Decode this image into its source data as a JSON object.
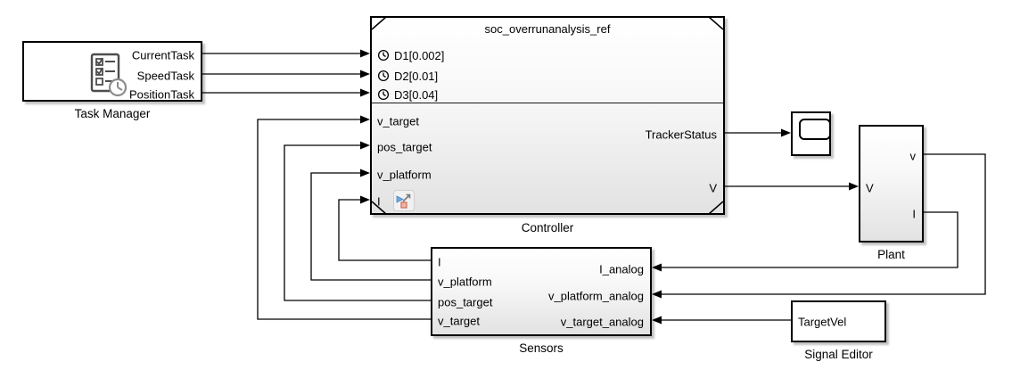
{
  "colors": {
    "canvas_background": "#ffffff",
    "block_border": "#000000",
    "block_fill_top": "#ffffff",
    "block_fill_bottom": "#e2e2e2",
    "wire": "#000000"
  },
  "blocks": {
    "task_manager": {
      "label": "Task Manager",
      "icon": "task-list-clock-icon",
      "output_ports": [
        "CurrentTask",
        "SpeedTask",
        "PositionTask"
      ]
    },
    "controller": {
      "label": "Controller",
      "referenced_model": "soc_overrunanalysis_ref",
      "event_ports": [
        "D1[0.002]",
        "D2[0.01]",
        "D3[0.04]"
      ],
      "event_port_icon": "clock-icon",
      "input_ports": [
        "v_target",
        "pos_target",
        "v_platform",
        "I"
      ],
      "output_ports": [
        "TrackerStatus",
        "V"
      ],
      "badge_icon": "open-referenced-model-badge-icon"
    },
    "scope": {
      "icon": "scope-display-icon"
    },
    "plant": {
      "label": "Plant",
      "input_ports": [
        "V"
      ],
      "output_ports": [
        "v",
        "I"
      ]
    },
    "sensors": {
      "label": "Sensors",
      "output_ports": [
        "I",
        "v_platform",
        "pos_target",
        "v_target"
      ],
      "input_ports": [
        "I_analog",
        "v_platform_analog",
        "v_target_analog"
      ]
    },
    "signal_editor": {
      "label": "Signal Editor",
      "signal_name": "TargetVel"
    }
  }
}
